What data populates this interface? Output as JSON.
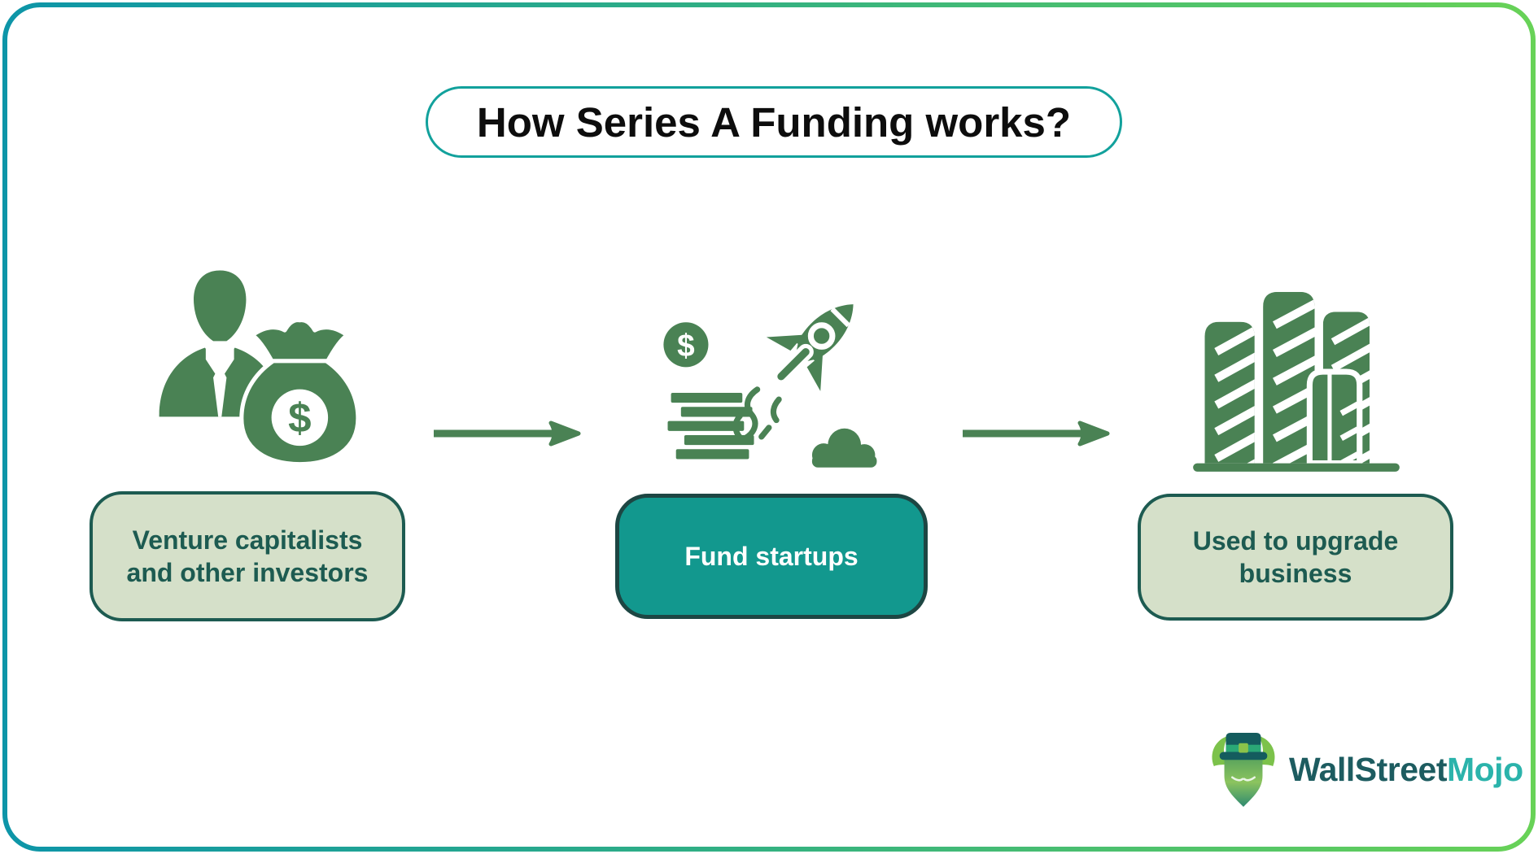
{
  "title": "How Series A Funding works?",
  "steps": [
    {
      "id": "investors",
      "label": "Venture capitalists and other investors",
      "icon": "investor-moneybag-icon",
      "style": "sage"
    },
    {
      "id": "fund-startups",
      "label": "Fund startups",
      "icon": "rocket-launch-icon",
      "style": "teal"
    },
    {
      "id": "upgrade-business",
      "label": "Used to upgrade business",
      "icon": "city-buildings-icon",
      "style": "sage"
    }
  ],
  "icons": {
    "dollar_glyph": "$"
  },
  "logo": {
    "brand_primary": "WallStreet",
    "brand_secondary": "Mojo"
  },
  "colors": {
    "icon_green": "#4a8254",
    "sage_fill": "#d5e0c9",
    "sage_border": "#1d5b51",
    "teal_fill": "#12988e",
    "teal_border": "#1d4643",
    "title_border": "#12a19c",
    "frame_gradient_start": "#0d95a8",
    "frame_gradient_end": "#68d257",
    "logo_primary_color": "#1d5c60",
    "logo_secondary_color": "#2bb3ab"
  }
}
